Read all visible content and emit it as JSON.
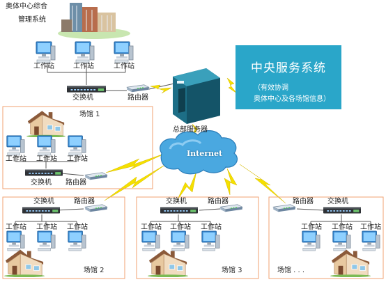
{
  "hq": {
    "name_line1": "奥体中心综合",
    "name_line2": "管理系统"
  },
  "labels": {
    "workstation": "工作站",
    "switch": "交换机",
    "router": "路由器",
    "internet": "Internet"
  },
  "central": {
    "title": "中央服务系统",
    "line1": "（有效协调",
    "line2": "奥体中心及各场馆信息）",
    "box_color": "#2aa6c9"
  },
  "server": {
    "label": "总部服务器"
  },
  "venues": [
    {
      "name": "场馆 1"
    },
    {
      "name": "场馆 2"
    },
    {
      "name": "场馆 3"
    },
    {
      "name": "场馆 . . ."
    }
  ],
  "colors": {
    "venue_border": "#f0a070",
    "bolt": "#f5e000",
    "cloud": "#4aa8e0",
    "wire": "#555555"
  }
}
